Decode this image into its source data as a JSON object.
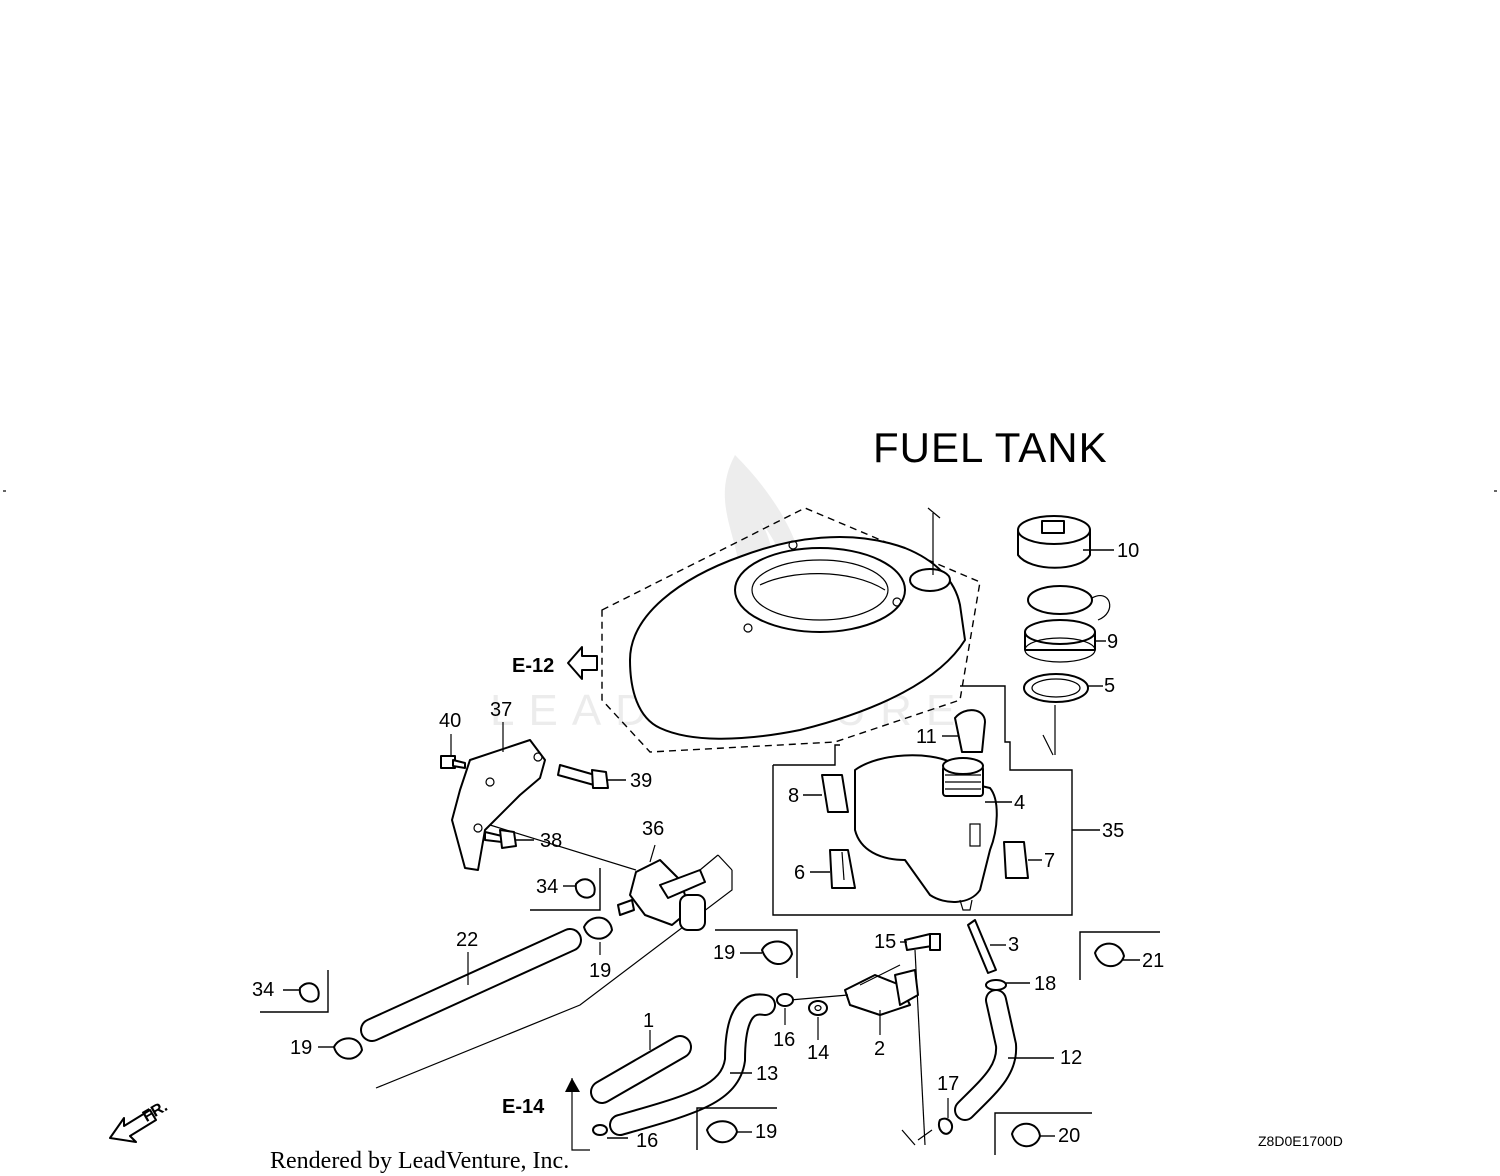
{
  "title": "FUEL  TANK",
  "watermark": "LEADVENTURE",
  "credit": "Rendered by LeadVenture, Inc.",
  "diagram_code": "Z8D0E1700D",
  "front_marker": "FR.",
  "references": {
    "e12": "E-12",
    "e14": "E-14"
  },
  "callouts": {
    "c1": "1",
    "c2": "2",
    "c3": "3",
    "c4": "4",
    "c5": "5",
    "c6": "6",
    "c7": "7",
    "c8": "8",
    "c9": "9",
    "c10": "10",
    "c11": "11",
    "c12": "12",
    "c13": "13",
    "c14": "14",
    "c15": "15",
    "c16a": "16",
    "c16b": "16",
    "c17": "17",
    "c18": "18",
    "c19a": "19",
    "c19b": "19",
    "c19c": "19",
    "c19d": "19",
    "c20": "20",
    "c21": "21",
    "c22": "22",
    "c34a": "34",
    "c34b": "34",
    "c35": "35",
    "c36": "36",
    "c37": "37",
    "c38": "38",
    "c39": "39",
    "c40": "40"
  }
}
